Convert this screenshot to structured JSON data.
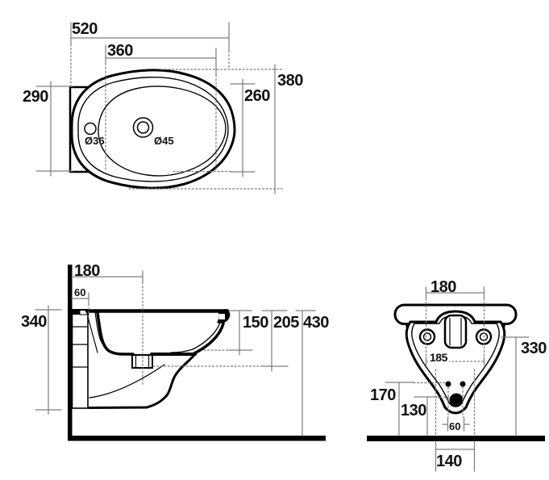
{
  "page": {
    "background": "#ffffff",
    "description": "Three-view technical dimension drawing of a wall-hung bidet"
  },
  "colors": {
    "outline": "#000000",
    "dimension_line": "#7d7d7d",
    "label_text": "#111111"
  },
  "views": {
    "plan": {
      "name": "plan view (top)",
      "labels": {
        "overall_width": "520",
        "bowl_width": "360",
        "overall_depth": "380",
        "bowl_depth": "260",
        "mount_plate_height": "290",
        "tap_hole_diameter": "Ø36",
        "drain_diameter": "Ø45"
      }
    },
    "side": {
      "name": "side elevation",
      "labels": {
        "drain_center_from_wall": "180",
        "rim_overhang": "60",
        "fixing_height": "340",
        "bowl_inner_depth": "150",
        "drain_depth": "205",
        "rim_height_from_floor": "430"
      }
    },
    "front": {
      "name": "front elevation",
      "labels": {
        "fixing_hole_spacing": "180",
        "fixing_centers": "185",
        "outlet_height": "330",
        "inlet_height": "170",
        "drain_height": "130",
        "inlet_spacing": "60",
        "base_width": "140"
      }
    }
  }
}
